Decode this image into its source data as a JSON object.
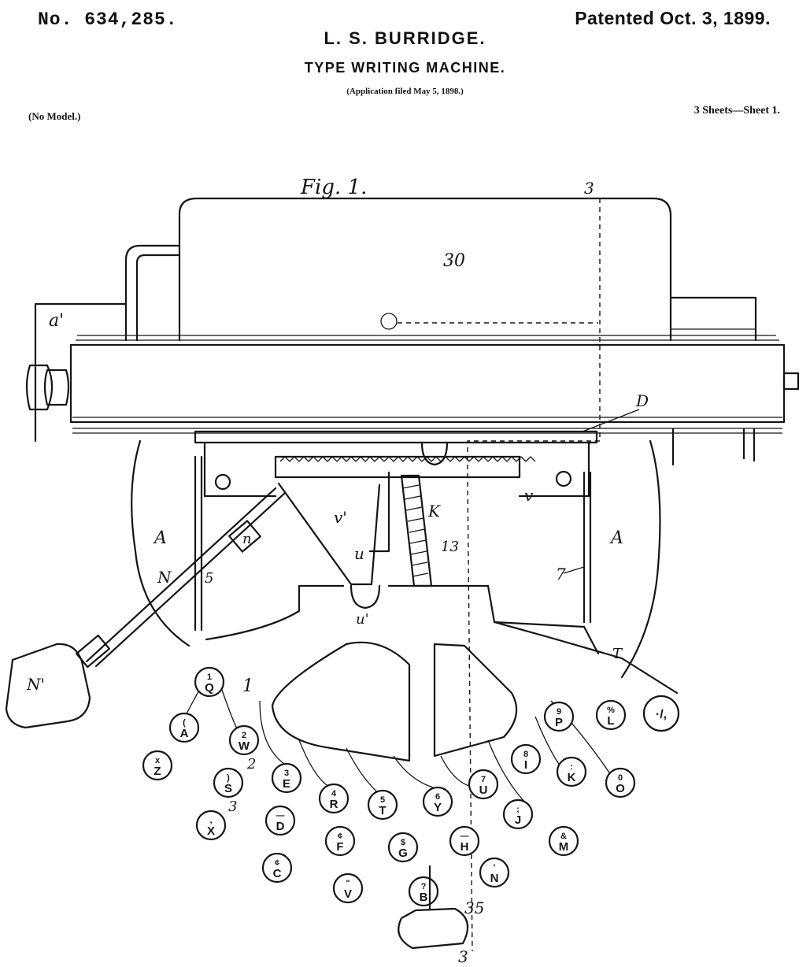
{
  "header": {
    "patent_number": "No. 634,285.",
    "patent_date": "Patented Oct. 3, 1899.",
    "inventor": "L. S. BURRIDGE.",
    "title": "TYPE WRITING MACHINE.",
    "filed": "(Application filed May 5, 1898.)",
    "model": "(No Model.)",
    "sheets": "3 Sheets—Sheet 1."
  },
  "figure": {
    "caption": "Fig. 1.",
    "reference_numerals": {
      "n30": "30",
      "a1": "a'",
      "D": "D",
      "K": "K",
      "v": "v",
      "v1": "v'",
      "u": "u",
      "u1": "u'",
      "n13": "13",
      "A_left": "A",
      "A_right": "A",
      "n7": "7",
      "n5": "5",
      "N": "N",
      "n": "n",
      "N1": "N'",
      "T": "T",
      "n1": "1",
      "n2": "2",
      "n3": "3",
      "n35": "35",
      "sec_top": "3",
      "sec_bot": "3"
    },
    "keys": [
      {
        "id": "Q",
        "top": "1",
        "bottom": "Q"
      },
      {
        "id": "A",
        "top": "(",
        "bottom": "A"
      },
      {
        "id": "W",
        "top": "2",
        "bottom": "W"
      },
      {
        "id": "Z",
        "top": "x",
        "bottom": "Z"
      },
      {
        "id": "S",
        "top": ")",
        "bottom": "S"
      },
      {
        "id": "E",
        "top": "3",
        "bottom": "E"
      },
      {
        "id": "X",
        "top": ",",
        "bottom": "X"
      },
      {
        "id": "D",
        "top": "—",
        "bottom": "D"
      },
      {
        "id": "R",
        "top": "4",
        "bottom": "R"
      },
      {
        "id": "T",
        "top": "5",
        "bottom": "T"
      },
      {
        "id": "C",
        "top": "¢",
        "bottom": "C"
      },
      {
        "id": "F",
        "top": "¢",
        "bottom": "F"
      },
      {
        "id": "Y",
        "top": "6",
        "bottom": "Y"
      },
      {
        "id": "G",
        "top": "$",
        "bottom": "G"
      },
      {
        "id": "V",
        "top": "\"",
        "bottom": "V"
      },
      {
        "id": "B",
        "top": "?",
        "bottom": "B"
      },
      {
        "id": "H",
        "top": "—",
        "bottom": "H"
      },
      {
        "id": "U",
        "top": "7",
        "bottom": "U"
      },
      {
        "id": "N",
        "top": "'",
        "bottom": "N"
      },
      {
        "id": "J",
        "top": ";",
        "bottom": "J"
      },
      {
        "id": "I",
        "top": "8",
        "bottom": "I"
      },
      {
        "id": "M",
        "top": "&",
        "bottom": "M"
      },
      {
        "id": "K",
        "top": ":",
        "bottom": "K"
      },
      {
        "id": "P",
        "top": "9",
        "bottom": "P"
      },
      {
        "id": "O",
        "top": "0",
        "bottom": "O"
      },
      {
        "id": "L",
        "top": "%",
        "bottom": "L"
      },
      {
        "id": "punct",
        "top": "",
        "bottom": "·/,"
      }
    ]
  }
}
